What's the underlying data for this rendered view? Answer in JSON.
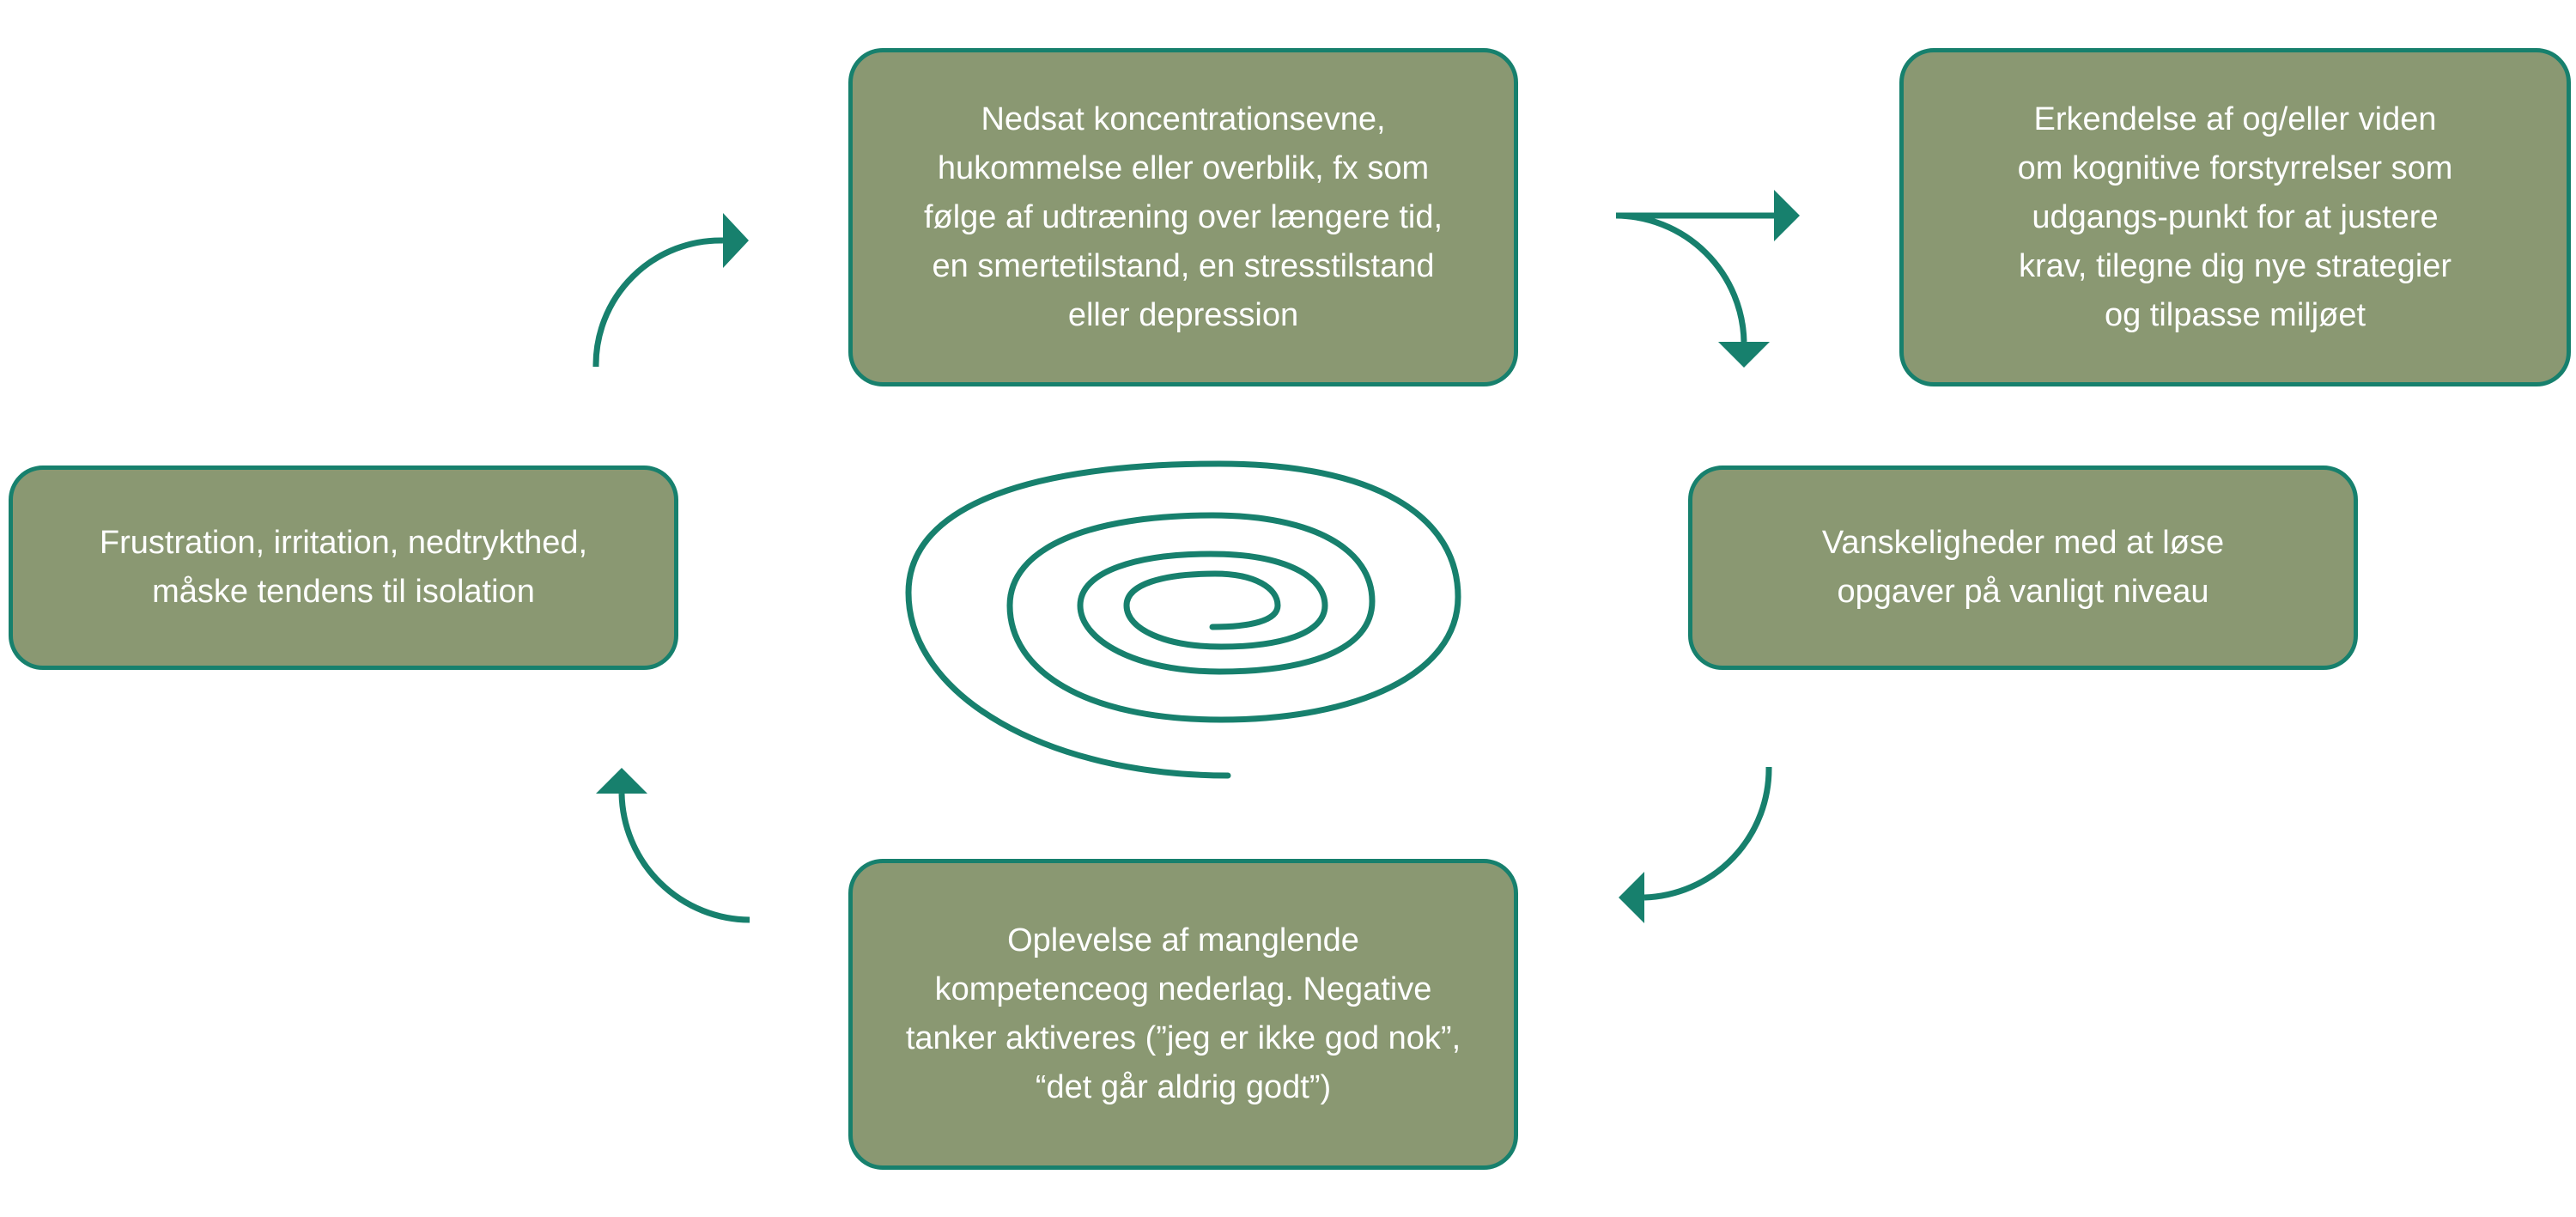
{
  "colors": {
    "box_fill": "#8a9872",
    "accent": "#17806d",
    "text": "#ffffff",
    "background": "#ffffff"
  },
  "boxes": {
    "top_center": "Nedsat koncentrationsevne,\nhukommelse eller overblik, fx som\nfølge af udtræning over længere tid,\nen smertetilstand, en stresstilstand\neller depression",
    "top_right": "Erkendelse af og/eller viden\nom kognitive forstyrrelser som\nudgangs-punkt for at justere\nkrav, tilegne dig nye strategier\nog tilpasse miljøet",
    "left": "Frustration, irritation, nedtrykthed,\nmåske tendens til isolation",
    "right": "Vanskeligheder med at løse\nopgaver på vanligt niveau",
    "bottom": "Oplevelse af manglende\nkompetenceog nederlag. Negative\ntanker aktiveres (”jeg er ikke god nok”,\n“det går aldrig godt”)"
  },
  "icons": {
    "center": "spiral-icon",
    "arrows": [
      "curved-arrow-icon",
      "split-arrow-icon"
    ]
  }
}
